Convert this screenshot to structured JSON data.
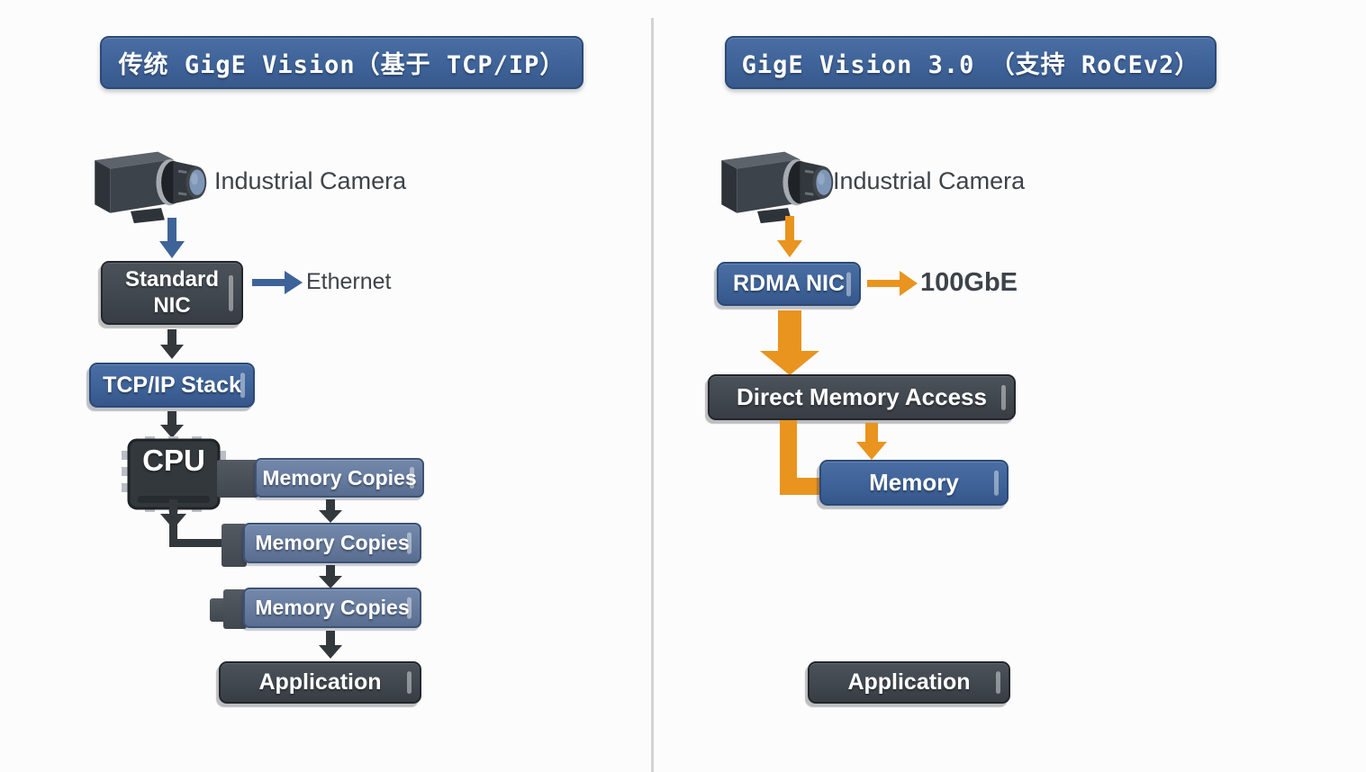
{
  "colors": {
    "blue": "#3e6398",
    "blue_dark": "#2b4a77",
    "slate": "#64799c",
    "dark": "#41474e",
    "orange": "#e8941f",
    "arrow_dark": "#33383d",
    "text_dark": "#3d4349",
    "divider": "#d3d3d5"
  },
  "left": {
    "title": "传统 GigE Vision（基于 TCP/IP）",
    "camera_label": "Industrial Camera",
    "nic_line1": "Standard",
    "nic_line2": "NIC",
    "ethernet_label": "Ethernet",
    "tcpip_label": "TCP/IP Stack",
    "cpu_label": "CPU",
    "memory_copies": [
      "Memory Copies",
      "Memory Copies",
      "Memory Copies"
    ],
    "application_label": "Application"
  },
  "right": {
    "title": "GigE Vision 3.0 （支持 RoCEv2）",
    "camera_label": "Industrial Camera",
    "rdma_label": "RDMA NIC",
    "speed_label": "100GbE",
    "dma_label": "Direct Memory Access",
    "memory_label": "Memory",
    "application_label": "Application"
  }
}
